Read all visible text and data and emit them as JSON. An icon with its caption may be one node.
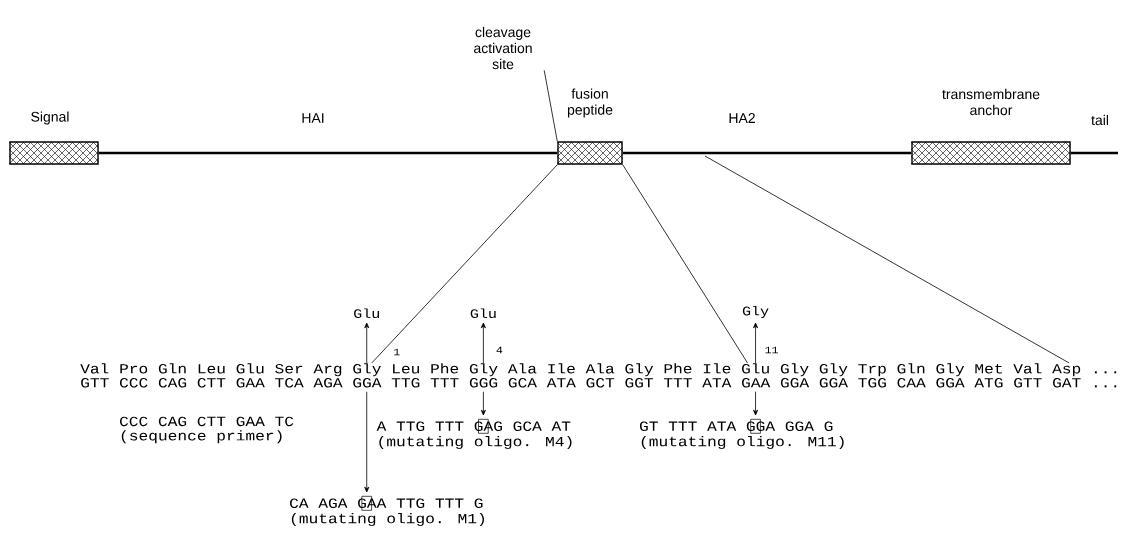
{
  "diagram": {
    "nodes": [
      {
        "text": [
          "cleavage activation site"
        ]
      },
      {
        "text": [
          "Signal"
        ]
      },
      {
        "text": [
          "fusion peptide"
        ]
      },
      {
        "text": [
          "transmembrane anchor"
        ]
      },
      {
        "text": [
          "Glu"
        ]
      },
      {
        "text": [
          "Glu"
        ]
      },
      {
        "text": [
          "Gly"
        ]
      },
      {
        "text": [
          "Val Pro Gln Leu Glu Ser Arg Gly Leu Phe Gly Ala Ile Ala Gly Phe Ile Glu Gly Gly Trp Gln Gly Met Val Asp ...",
          "GTT CCC CAG CTT GAA TCA AGA GGA TTG TTT GGG GCA ATA GCT GGT TTT ATA GAA GGA GGA TGG CAA GGA ATG GTT GAT ..."
        ]
      },
      {
        "text": [
          "A TTG TTT GAG GCA AT",
          "(mutating oligo. M4)"
        ]
      },
      {
        "text": [
          "GT TTT ATA GGA GGA G",
          "(mutating oligo. M11)"
        ]
      },
      {
        "text": [
          "CA AGA GAA TTG TTT G",
          "(mutating oligo. M1)"
        ]
      }
    ],
    "edges": [
      {
        "from": 1,
        "to": 2,
        "arrow": "none",
        "label": "HAI",
        "style": "thick"
      },
      {
        "from": 2,
        "to": 3,
        "arrow": "none",
        "label": "HA2",
        "style": "thick"
      },
      {
        "from": 3,
        "to": null,
        "arrow": "none",
        "label": "tail",
        "style": "thick"
      },
      {
        "from": 0,
        "to": 2,
        "arrow": "none"
      },
      {
        "from": 2,
        "to": 7,
        "arrow": "none"
      },
      {
        "from": 2,
        "to": 7,
        "arrow": "none"
      },
      {
        "from": null,
        "to": 7,
        "arrow": "none"
      },
      {
        "from": 7,
        "to": 4,
        "arrow": "to"
      },
      {
        "from": 7,
        "to": 5,
        "arrow": "to"
      },
      {
        "from": 7,
        "to": 6,
        "arrow": "to"
      },
      {
        "from": 7,
        "to": 10,
        "arrow": "to"
      },
      {
        "from": 7,
        "to": 8,
        "arrow": "to"
      },
      {
        "from": 7,
        "to": 9,
        "arrow": "to"
      }
    ],
    "labels": [
      "1",
      "4",
      "11",
      "CCC CAG CTT GAA TC",
      "(sequence primer)"
    ]
  }
}
